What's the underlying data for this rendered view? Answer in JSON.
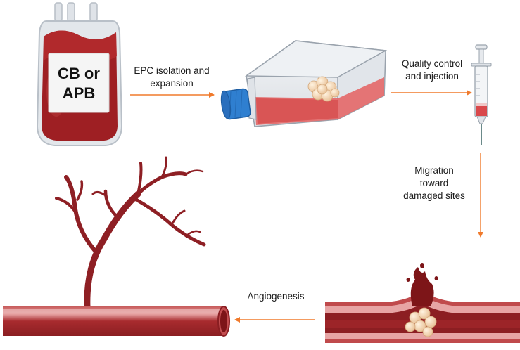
{
  "blood_bag": {
    "line1": "CB or",
    "line2": "APB"
  },
  "steps": {
    "isolation": {
      "line1": "EPC isolation and",
      "line2": "expansion"
    },
    "quality": {
      "line1": "Quality control",
      "line2": "and injection"
    },
    "migration": {
      "line1": "Migration",
      "line2": "toward",
      "line3": "damaged sites"
    },
    "angiogenesis": {
      "label": "Angiogenesis"
    }
  },
  "colors": {
    "arrow": "#f07a2c",
    "blood_dark": "#8b1c1c",
    "blood": "#a82424",
    "vessel_wall": "#b8474a",
    "vessel_highlight": "#d98a8a",
    "flask_medium": "#e46a6a",
    "cap": "#2f7fd0",
    "cell": "#f3d9b8"
  },
  "icons": [
    "blood-bag-icon",
    "culture-flask-icon",
    "syringe-icon",
    "damaged-vessel-icon",
    "blood-vessel-icon",
    "vascular-tree-icon"
  ]
}
